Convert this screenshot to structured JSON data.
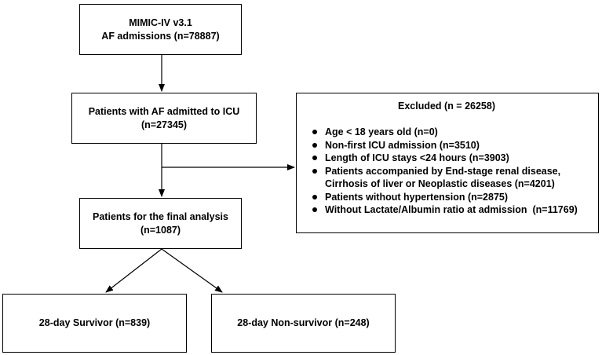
{
  "flow": {
    "mimic": {
      "line1": "MIMIC-IV v3.1",
      "line2": "AF admissions (n=78887)"
    },
    "icu": {
      "line1": "Patients with AF admitted to ICU",
      "line2": "(n=27345)"
    },
    "excluded": {
      "title": "Excluded (n = 26258)",
      "items": [
        {
          "line1": "Age < 18 years old (n=0)"
        },
        {
          "line1": "Non-first ICU admission (n=3510)"
        },
        {
          "line1": "Length of ICU stays <24 hours (n=3903)"
        },
        {
          "line1": "Patients accompanied by End-stage renal disease,",
          "line2": "Cirrhosis of liver or Neoplastic diseases (n=4201)"
        },
        {
          "line1": "Patients without hypertension (n=2875)"
        },
        {
          "line1": "Without Lactate/Albumin ratio at admission  (n=11769)"
        }
      ]
    },
    "final": {
      "line1": "Patients for the final analysis",
      "line2": "(n=1087)"
    },
    "survivor": {
      "label": "28-day Survivor (n=839)"
    },
    "nonsurvivor": {
      "label": "28-day Non-survivor (n=248)"
    }
  }
}
